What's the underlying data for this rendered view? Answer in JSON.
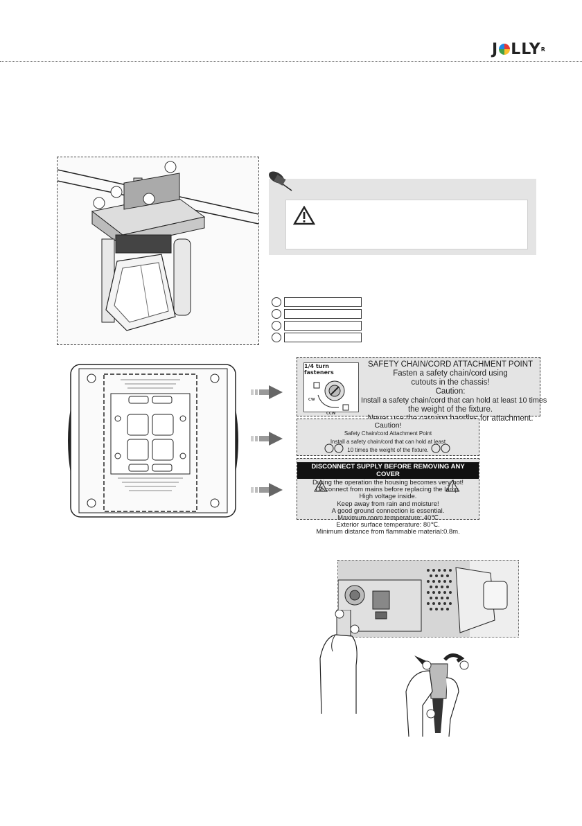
{
  "header": {
    "logo_text": "J",
    "logo_text_2": "LLY",
    "logo_mark": "R"
  },
  "legend": {
    "rows": 4
  },
  "labels": {
    "chain": {
      "fastener_title": "1/4 turn fasteners",
      "cw": "cw",
      "ccw": "ccw",
      "title": "SAFETY CHAIN/CORD ATTACHMENT POINT",
      "line1": "Fasten a safety chain/cord using",
      "line2": "cutouts in the chassis!",
      "caution": "Caution:",
      "line3": "Install a safety chain/cord that can hold at least 10 times",
      "line4": "the weight of the fixture.",
      "line5": "Never use the carrying handles for attachment."
    },
    "small": {
      "caution": "Caution!",
      "line1": "Safety Chain/cord Attachment Point",
      "line2": "Install a safety chain/cord that can hold at least",
      "line3": "10 times the weight of the fixture."
    },
    "disconnect": {
      "banner": "DISCONNECT SUPPLY BEFORE REMOVING ANY COVER",
      "line1": "During the operation the housing becomes very hot!",
      "line2": "Disconnect from mains before replacing the lamp.",
      "line3": "High voltage inside.",
      "line4": "Keep away from rain and moisture!",
      "line5": "A good ground connection is essential.",
      "line6": "Maximum room temperature: 40℃",
      "line7": "Exterior surface temperature: 80℃.",
      "line8": "Minimum distance from flammable material:0.8m."
    }
  },
  "colors": {
    "panel_gray": "#e4e4e4",
    "line": "#333333"
  }
}
